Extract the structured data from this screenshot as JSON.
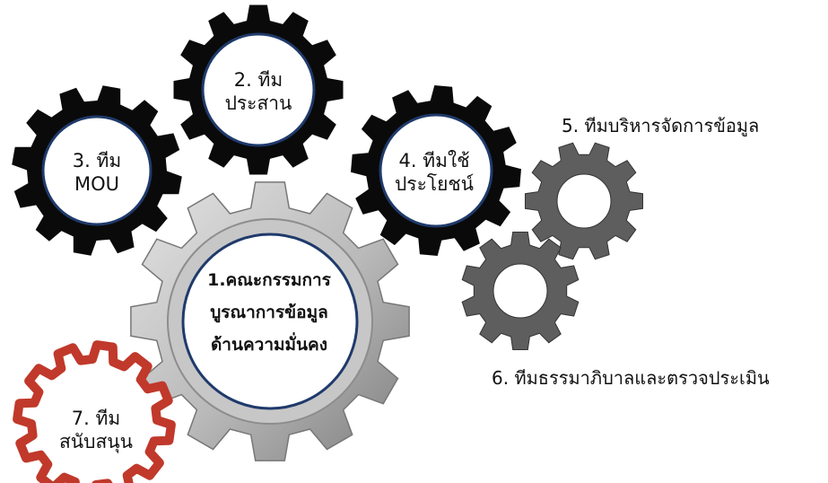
{
  "colors": {
    "black_gear": "#0a0a0a",
    "dark_gray_gear": "#5e5e5e",
    "silver_gear_light": "#d6d6d6",
    "silver_gear_dark": "#8a8a8a",
    "red_gear": "#c0392b",
    "hub_fill": "#ffffff",
    "hub_ring": "#1f3a6b"
  },
  "gears": {
    "g1": {
      "line1": "1.คณะกรรมการ",
      "line2": "บูรณาการข้อมูล",
      "line3": "ด้านความมั่นคง"
    },
    "g2": {
      "line1": "2. ทีม",
      "line2": "ประสาน"
    },
    "g3": {
      "line1": "3. ทีม",
      "line2": "MOU"
    },
    "g4": {
      "line1": "4. ทีมใช้",
      "line2": "ประโยชน์"
    },
    "g5": {
      "label": "5. ทีมบริหารจัดการข้อมูล"
    },
    "g6": {
      "label": "6. ทีมธรรมาภิบาลและตรวจประเมิน"
    },
    "g7": {
      "line1": "7. ทีม",
      "line2": "สนับสนุน"
    }
  }
}
